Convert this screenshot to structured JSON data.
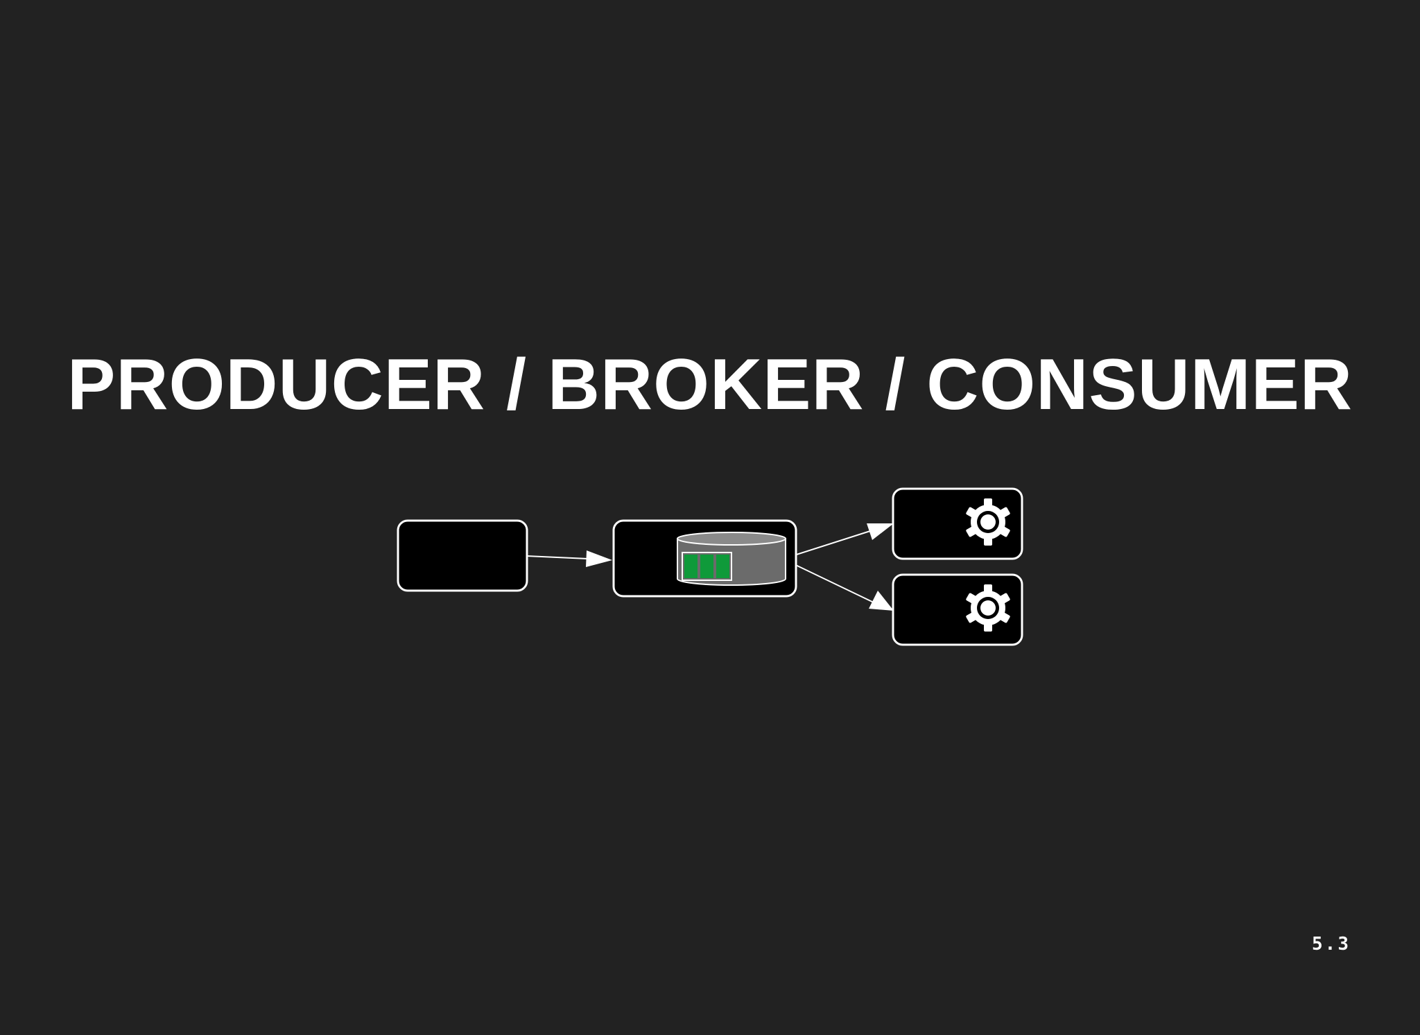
{
  "slide": {
    "title": "PRODUCER / BROKER / CONSUMER",
    "number": "5.3"
  },
  "diagram": {
    "nodes": [
      {
        "id": "producer",
        "role": "producer",
        "icon": ""
      },
      {
        "id": "broker",
        "role": "broker",
        "icon": "database-queue-icon",
        "queue_slots": 3
      },
      {
        "id": "consumer-1",
        "role": "consumer",
        "icon": "gear-icon"
      },
      {
        "id": "consumer-2",
        "role": "consumer",
        "icon": "gear-icon"
      }
    ],
    "edges": [
      {
        "from": "producer",
        "to": "broker"
      },
      {
        "from": "broker",
        "to": "consumer-1"
      },
      {
        "from": "broker",
        "to": "consumer-2"
      }
    ]
  },
  "colors": {
    "background": "#222222",
    "box_fill": "#000000",
    "box_stroke": "#ffffff",
    "cylinder": "#6b6b6b",
    "queue_green": "#0f9a3a"
  }
}
